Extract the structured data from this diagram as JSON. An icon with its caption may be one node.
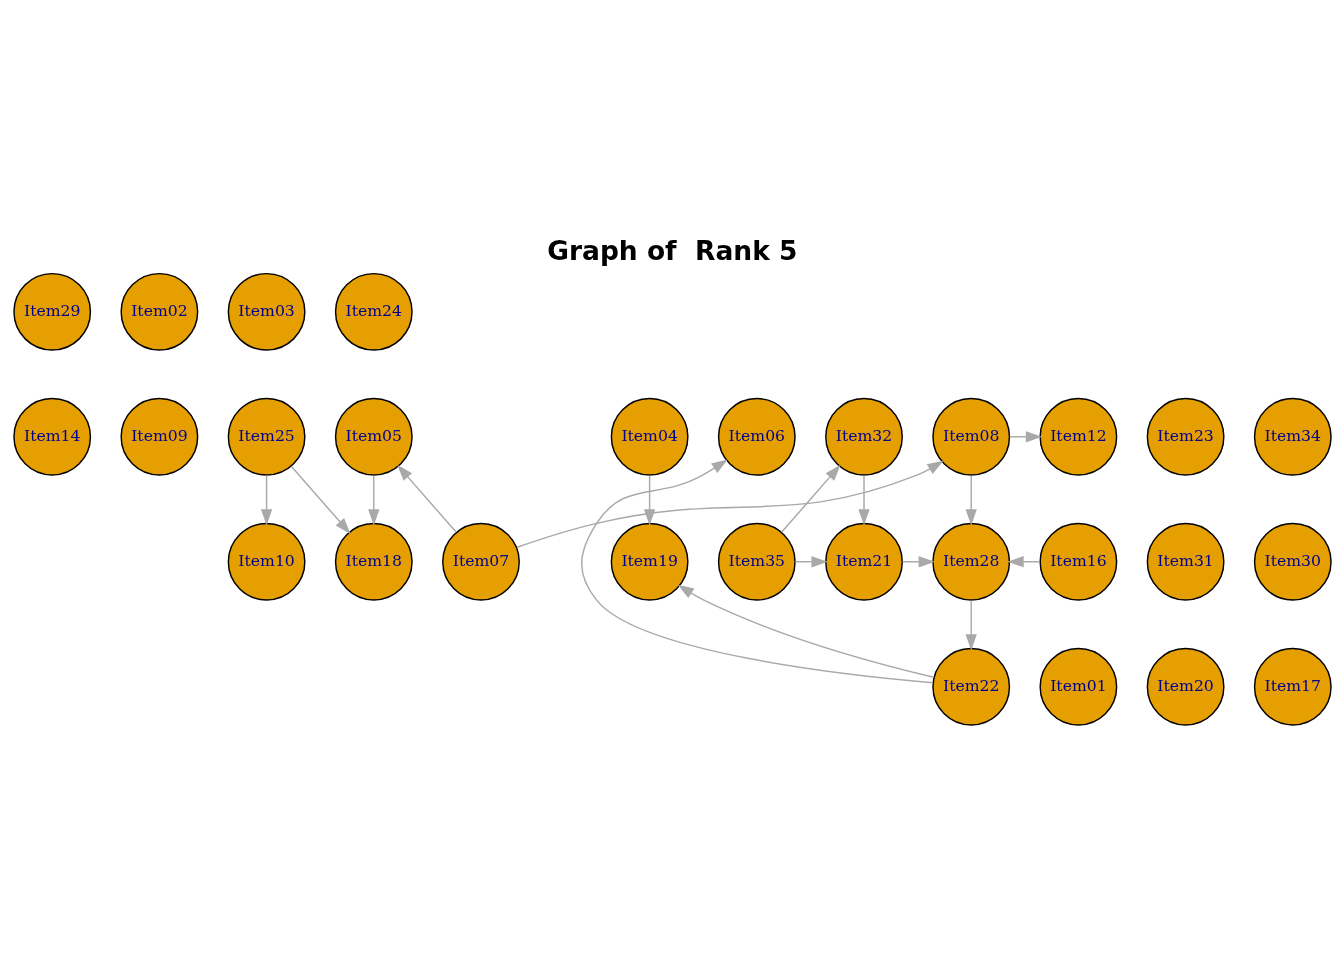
{
  "diagram": {
    "title": "Graph of  Rank 5",
    "nodes": [
      {
        "text": [
          "Item29"
        ]
      },
      {
        "text": [
          "Item02"
        ]
      },
      {
        "text": [
          "Item03"
        ]
      },
      {
        "text": [
          "Item24"
        ]
      },
      {
        "text": [
          "Item14"
        ]
      },
      {
        "text": [
          "Item09"
        ]
      },
      {
        "text": [
          "Item25"
        ]
      },
      {
        "text": [
          "Item23"
        ]
      },
      {
        "text": [
          "Item32"
        ]
      },
      {
        "text": [
          "Item12"
        ]
      },
      {
        "text": [
          "Item34"
        ]
      },
      {
        "text": [
          "Item04"
        ]
      },
      {
        "text": [
          "Item05"
        ]
      },
      {
        "text": [
          "Item06"
        ]
      },
      {
        "text": [
          "Item08"
        ]
      },
      {
        "text": [
          "Item31"
        ]
      },
      {
        "text": [
          "Item35"
        ]
      },
      {
        "text": [
          "Item21"
        ]
      },
      {
        "text": [
          "Item28"
        ]
      },
      {
        "text": [
          "Item30"
        ]
      },
      {
        "text": [
          "Item19"
        ]
      },
      {
        "text": [
          "Item10"
        ]
      },
      {
        "text": [
          "Item16"
        ]
      },
      {
        "text": [
          "Item07"
        ]
      },
      {
        "text": [
          "Item18"
        ]
      },
      {
        "text": [
          "Item01"
        ]
      },
      {
        "text": [
          "Item20"
        ]
      },
      {
        "text": [
          "Item17"
        ]
      },
      {
        "text": [
          "Item22"
        ]
      }
    ],
    "edges": [
      {
        "from": 14,
        "to": 9,
        "arrow": "to"
      },
      {
        "from": 14,
        "to": 18,
        "arrow": "to"
      },
      {
        "from": 23,
        "to": 14,
        "arrow": "to"
      },
      {
        "from": 23,
        "to": 12,
        "arrow": "to"
      },
      {
        "from": 16,
        "to": 8,
        "arrow": "to"
      },
      {
        "from": 11,
        "to": 20,
        "arrow": "to"
      },
      {
        "from": 6,
        "to": 21,
        "arrow": "to"
      },
      {
        "from": 6,
        "to": 24,
        "arrow": "to"
      },
      {
        "from": 12,
        "to": 24,
        "arrow": "to"
      },
      {
        "from": 8,
        "to": 17,
        "arrow": "to"
      },
      {
        "from": 16,
        "to": 17,
        "arrow": "to"
      },
      {
        "from": 17,
        "to": 18,
        "arrow": "to"
      },
      {
        "from": 22,
        "to": 18,
        "arrow": "to"
      },
      {
        "from": 18,
        "to": 28,
        "arrow": "to"
      },
      {
        "from": 28,
        "to": 13,
        "arrow": "to"
      },
      {
        "from": 28,
        "to": 20,
        "arrow": "to"
      }
    ]
  }
}
